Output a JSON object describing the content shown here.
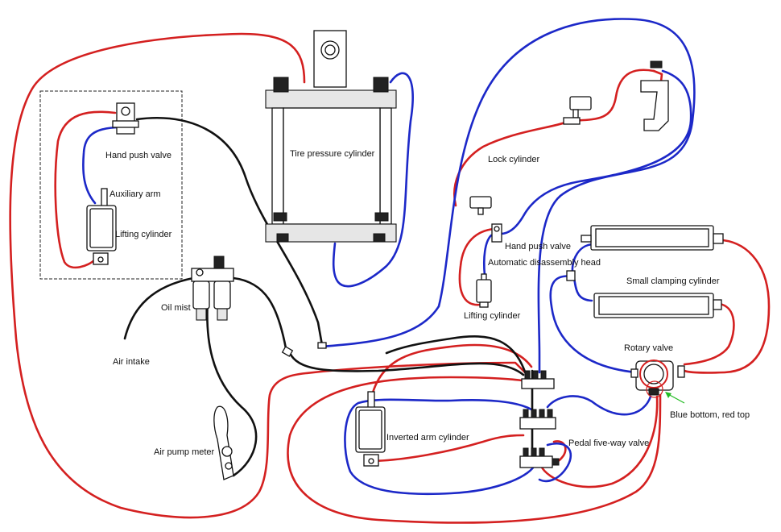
{
  "labels": {
    "hand_push_valve_left": "Hand push valve",
    "auxiliary_arm": "Auxiliary arm",
    "lifting_cylinder_left": "Lifting cylinder",
    "tire_pressure_cylinder": "Tire pressure cylinder",
    "lock_cylinder": "Lock cylinder",
    "hand_push_valve_right": "Hand push valve",
    "automatic_disassembly_head": "Automatic disassembly head",
    "small_clamping_cylinder": "Small clamping cylinder",
    "lifting_cylinder_right": "Lifting cylinder",
    "oil_mist": "Oil mist",
    "air_intake": "Air intake",
    "rotary_valve": "Rotary valve",
    "blue_bottom_red_top": "Blue bottom, red top",
    "air_pump_meter": "Air pump meter",
    "inverted_arm_cylinder": "Inverted arm cylinder",
    "pedal_five_way_valve": "Pedal five-way valve"
  },
  "colors": {
    "red_hose": "#d42020",
    "blue_hose": "#1c28c8",
    "black_hose": "#111111",
    "annotation_green": "#22bb22"
  }
}
